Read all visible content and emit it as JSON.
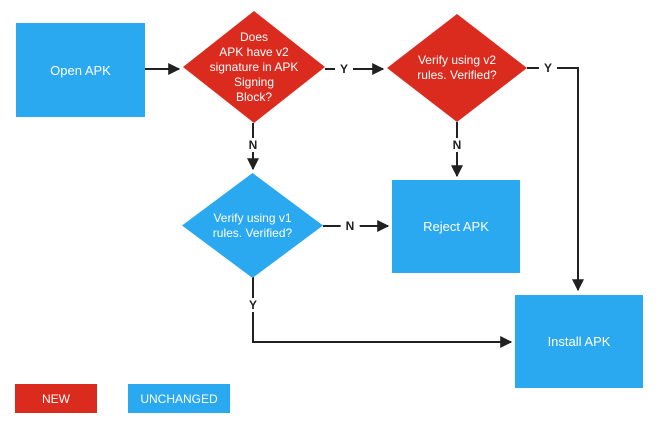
{
  "colors": {
    "new_red": "#DB2B1E",
    "unchanged_blue": "#2AA8F0",
    "connector": "#212121",
    "node_text": "#FFFFFF"
  },
  "nodes": {
    "open_apk": {
      "label": "Open APK",
      "shape": "rect",
      "status": "unchanged"
    },
    "v2_signature_check": {
      "label": "Does\nAPK have v2\nsignature in APK\nSigning\nBlock?",
      "shape": "diamond",
      "status": "new"
    },
    "v2_verify": {
      "label": "Verify using v2\nrules. Verified?",
      "shape": "diamond",
      "status": "new"
    },
    "v1_verify": {
      "label": "Verify using v1\nrules. Verified?",
      "shape": "diamond",
      "status": "unchanged"
    },
    "reject_apk": {
      "label": "Reject APK",
      "shape": "rect",
      "status": "unchanged"
    },
    "install_apk": {
      "label": "Install APK",
      "shape": "rect",
      "status": "unchanged"
    }
  },
  "edge_labels": {
    "v2_signature_yes": "Y",
    "v2_signature_no": "N",
    "v2_verify_yes": "Y",
    "v2_verify_no": "N",
    "v1_verify_no": "N",
    "v1_verify_yes": "Y"
  },
  "legend": {
    "new": "NEW",
    "unchanged": "UNCHANGED"
  }
}
